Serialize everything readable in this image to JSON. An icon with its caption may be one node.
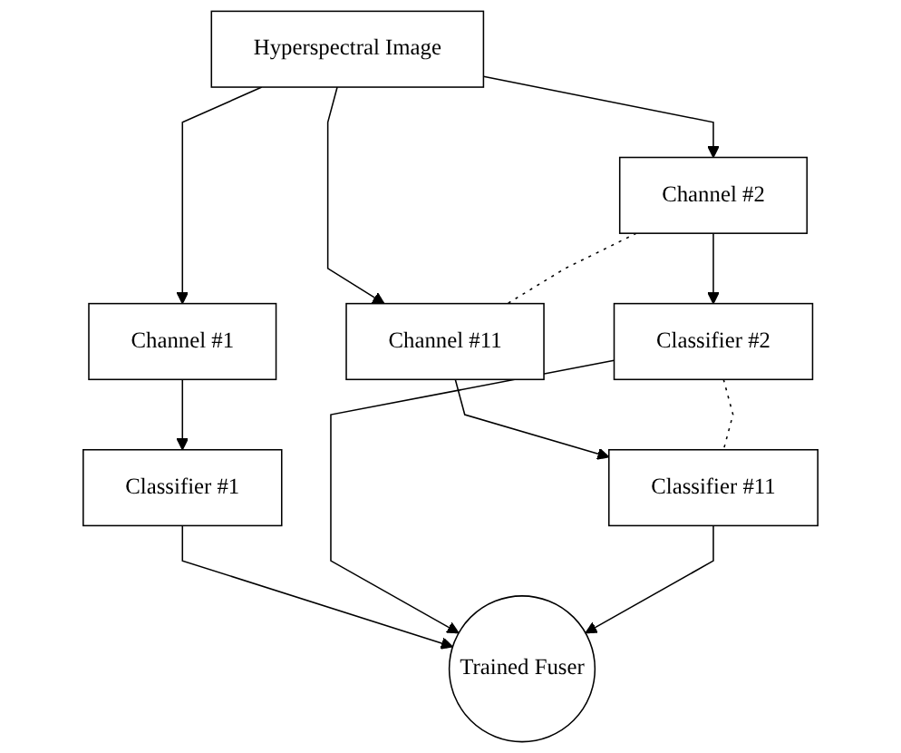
{
  "diagram": {
    "nodes": [
      {
        "text": [
          "Hyperspectral Image"
        ]
      },
      {
        "text": [
          "Channel #1"
        ]
      },
      {
        "text": [
          "Channel #2"
        ]
      },
      {
        "text": [
          "Channel #11"
        ]
      },
      {
        "text": [
          "Classifier #1"
        ]
      },
      {
        "text": [
          "Classifier #2"
        ]
      },
      {
        "text": [
          "Classifier #11"
        ]
      },
      {
        "text": [
          "Trained Fuser"
        ]
      }
    ],
    "edges": [
      {
        "from": 0,
        "to": 1,
        "arrow": "to"
      },
      {
        "from": 0,
        "to": 2,
        "arrow": "to"
      },
      {
        "from": 0,
        "to": 3,
        "arrow": "to"
      },
      {
        "from": 2,
        "to": 3,
        "arrow": "none",
        "style": "dashed"
      },
      {
        "from": 1,
        "to": 4,
        "arrow": "to"
      },
      {
        "from": 2,
        "to": 5,
        "arrow": "to"
      },
      {
        "from": 3,
        "to": 6,
        "arrow": "to"
      },
      {
        "from": 5,
        "to": 6,
        "arrow": "none",
        "style": "dashed"
      },
      {
        "from": 4,
        "to": 7,
        "arrow": "to"
      },
      {
        "from": 5,
        "to": 7,
        "arrow": "to"
      },
      {
        "from": 6,
        "to": 7,
        "arrow": "to"
      }
    ]
  }
}
